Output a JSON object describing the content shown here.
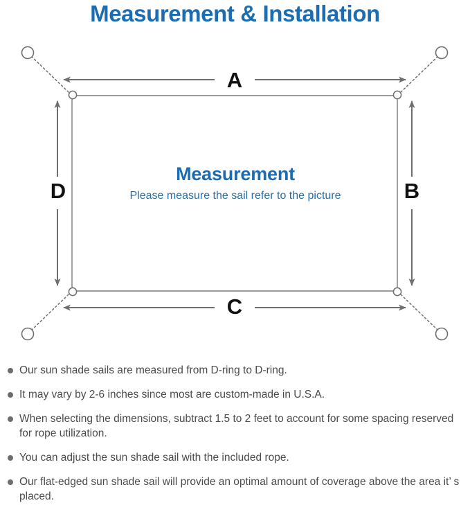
{
  "page": {
    "title": "Measurement & Installation",
    "title_color": "#1b6cb0",
    "background": "#ffffff"
  },
  "diagram": {
    "name": "shade-sail-measurement-diagram",
    "line_color": "#6f6f6f",
    "sail_border_color": "#7a7a7a",
    "dimension_labels": [
      {
        "id": "A",
        "label": "A",
        "edge": "top",
        "orientation": "horizontal"
      },
      {
        "id": "B",
        "label": "B",
        "edge": "right",
        "orientation": "vertical"
      },
      {
        "id": "C",
        "label": "C",
        "edge": "bottom",
        "orientation": "horizontal"
      },
      {
        "id": "D",
        "label": "D",
        "edge": "left",
        "orientation": "vertical"
      }
    ],
    "center_text": {
      "heading": "Measurement",
      "heading_color": "#1b6cb0",
      "subheading": "Please measure the sail refer to the picture",
      "subheading_color": "#2a6e9e"
    },
    "anchor_points": [
      {
        "id": "anchor-top-left",
        "position": "top-left"
      },
      {
        "id": "anchor-top-right",
        "position": "top-right"
      },
      {
        "id": "anchor-bottom-left",
        "position": "bottom-left"
      },
      {
        "id": "anchor-bottom-right",
        "position": "bottom-right"
      }
    ],
    "d_rings": [
      {
        "id": "d-ring-top-left",
        "position": "top-left"
      },
      {
        "id": "d-ring-top-right",
        "position": "top-right"
      },
      {
        "id": "d-ring-bottom-left",
        "position": "bottom-left"
      },
      {
        "id": "d-ring-bottom-right",
        "position": "bottom-right"
      }
    ]
  },
  "notes": {
    "bullet_color": "#6d6d6d",
    "text_color": "#4b4b4b",
    "items": [
      "Our sun shade sails are measured from D-ring to D-ring.",
      "It may vary by 2-6 inches since most are custom-made in U.S.A.",
      "When selecting the dimensions, subtract 1.5 to 2 feet to account for some spacing reserved for rope utilization.",
      "You can adjust the sun shade sail with the included rope.",
      "Our flat-edged sun shade sail will provide an optimal amount of coverage above the area it’ s placed."
    ]
  }
}
